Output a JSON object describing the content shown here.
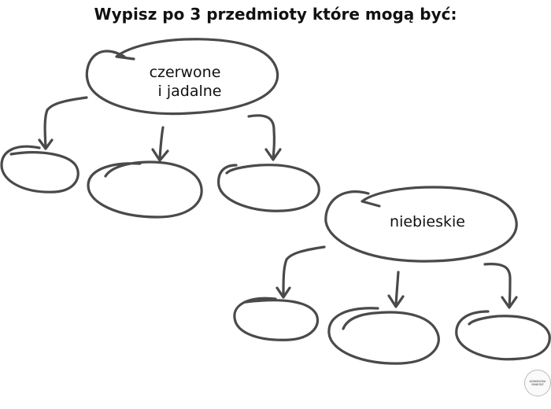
{
  "title": "Wypisz po 3 przedmioty które mogą być:",
  "categories": [
    {
      "label_line1": "czerwone",
      "label_line2": "i jadalne",
      "blank_answers": 3
    },
    {
      "label_line1": "niebieskie",
      "label_line2": "",
      "blank_answers": 3
    }
  ],
  "logo": {
    "text_line1": "AGNIESZKA",
    "text_line2": "MAKOSZ"
  },
  "colors": {
    "stroke": "#4a4a4a",
    "text": "#111111",
    "background": "#ffffff"
  }
}
